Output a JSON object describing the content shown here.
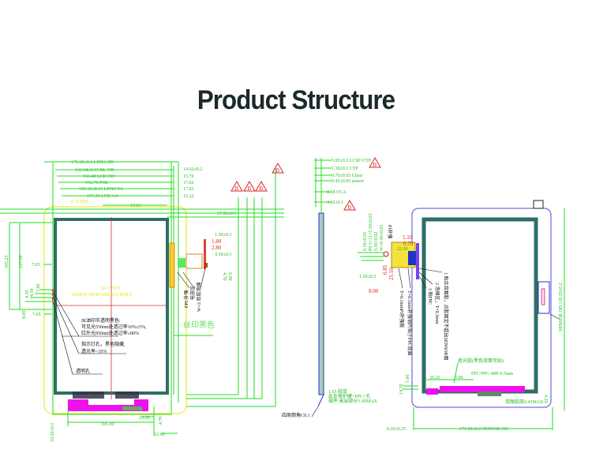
{
  "title": "Product Structure",
  "front_view": {
    "top_dims": [
      "171.60±0.3 LENS OD",
      "162.94±0.15 BL OD",
      "166.48 LCD OD",
      "152.76 POL",
      "156.16±0.15 LENS VA",
      "155.26 LCD AA"
    ],
    "right_dims": [
      "14.02±0.2",
      "15.70",
      "17.62",
      "17.63",
      "15.22"
    ],
    "yellow_label": "0.15 BM",
    "dim_17_63": "17.63",
    "dim_27_80": "27.80±0.5",
    "display_label": "10.1\" TFT",
    "resolution_label": "1200(H)×RGB×1920(V) DOTS",
    "note_ir": [
      "IR油印半透明黑色:",
      "可见光550nm处透过率10%±5%,",
      "红外光850nm处透过率≥80%"
    ],
    "note_indicator": [
      "指示灯孔，黑色隐藏,",
      "透光率<10%"
    ],
    "note_hole": "透明孔",
    "silk_label": "丝印黑色",
    "side_dims_red": [
      "1.80",
      "2.80"
    ],
    "side_dims_green": [
      "1.50±0.3",
      "4.50±0.3",
      "4.70",
      "6.00"
    ],
    "fpc_labels": [
      "FPC补强",
      "电容区",
      "W=2 背胶泡棉"
    ],
    "left_dims": [
      "105.25",
      "127.00",
      "7.65",
      "4.50",
      "4.50",
      "7.60",
      "8.00",
      "7.65"
    ],
    "bottom_dims": [
      "105.90",
      "25.20",
      "4.70",
      "22.60",
      "10.20±0.5"
    ],
    "warning_marks": [
      "B",
      "B",
      "B",
      "B"
    ]
  },
  "side_view": {
    "dims": [
      "5.95±0.3 LCM+CTP",
      "1.18±0.1 CTP",
      "0.70±0.05 Glass",
      "0.43±0.05 sensor",
      "0.18 OCA",
      "3.65±0.1"
    ],
    "bottom_notes": [
      "1.65 胶厚",
      "此处保护膜+FPC+孔",
      "插件 高出部分1.45MAX"
    ],
    "corner_label": "四周倒角C0.1",
    "warning_marks": [
      "B",
      "B"
    ]
  },
  "back_view": {
    "fpc_dims_green": [
      "0.50±0.05",
      "P0.5×11=5.50±0.03",
      "0.30±0.02",
      "W=0.30±0.05"
    ],
    "fpc_dims_red": [
      "5.10",
      "0.70",
      "8.00",
      "6.85",
      "25.10"
    ],
    "fpc_dim_green2": [
      "1.50±0.3",
      "22.00"
    ],
    "fpc_label": "PI补强",
    "stiff_notes": [
      "T=0.1mm补强钢片贴于FPC背面",
      "T=0.1mmPI补强板"
    ],
    "tape_notes": [
      "1 贴合双面胶，点胶固定不超出SENSOR面",
      "2 泡棉区，T=0.3mm",
      "3 贴FPC"
    ],
    "bottom_notes": [
      "遮光胶(黑色双面可贴)",
      "FFC/FPC-40P-0.5mm",
      "双面胶厚0.45MAX"
    ],
    "bottom_dims": [
      "26.25",
      "3.00",
      "14.70",
      "1.00",
      "4.20",
      "0.20±0.25"
    ],
    "sensor_od": "171.20±0.2 SENSOR OD",
    "right_dim": "SENSOR OD 110.20±0.2",
    "connector_label": "FPC"
  },
  "colors": {
    "dim_green": "#22dd22",
    "panel_teal": "#2e6e64",
    "magenta": "#ee11ee",
    "warning_red": "#dd2222",
    "outline_blue": "#5544dd",
    "yellow": "#e6e600"
  }
}
